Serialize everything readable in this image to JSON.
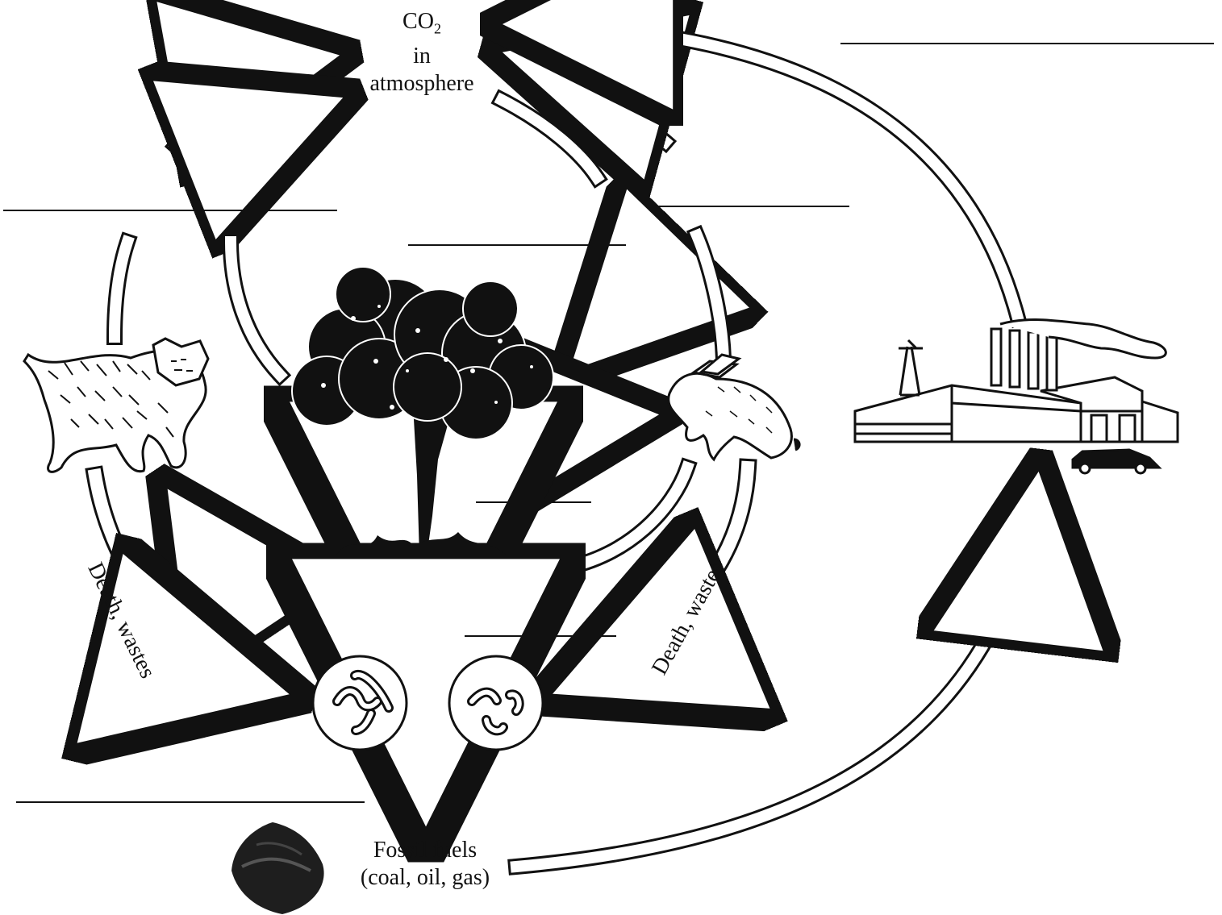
{
  "labels": {
    "co2": "CO",
    "co2_sub": "2",
    "in": "in",
    "atmosphere": "atmosphere",
    "death_wastes_left": "Death, wastes",
    "death_wastes_right": "Death, wastes",
    "fossil_fuels": "Fossil fuels",
    "fossil_types": "(coal, oil, gas)",
    "comma": ","
  },
  "nodes": [
    "carbon-dioxide-atmosphere",
    "bobcat",
    "tree",
    "rabbit",
    "decomposers-bacteria",
    "fossil-fuels",
    "industry-and-transport"
  ],
  "blank_answer_lines": 8,
  "colors": {
    "line": "#111111",
    "fill": "#ffffff",
    "coal": "#1e1e1e"
  }
}
